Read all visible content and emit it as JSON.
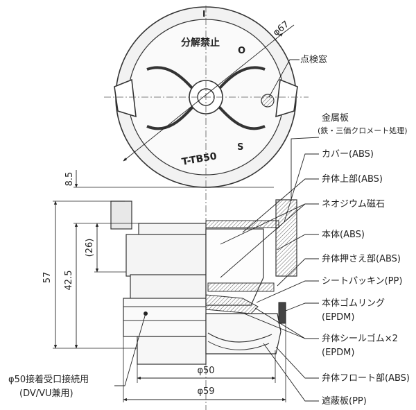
{
  "top_view": {
    "diameter_label": "φ67",
    "inspection_window_label": "点検窓",
    "no_disassembly_text": "分解禁止",
    "mark_open": "O",
    "mark_close": "S",
    "mark_top": "I",
    "model_text": "T-TB50"
  },
  "dimensions": {
    "d_8_5": "8.5",
    "d_57": "57",
    "d_42_5": "42.5",
    "d_26": "(26)",
    "d_phi50": "φ50",
    "d_phi59": "φ59"
  },
  "labels": {
    "metal_plate": "金属板",
    "metal_plate_note": "(鉄・三価クロメート処理)",
    "cover": "カバー(ABS)",
    "valve_upper": "弁体上部(ABS)",
    "magnet": "ネオジウム磁石",
    "body": "本体(ABS)",
    "valve_presser": "弁体押さえ部(ABS)",
    "sheet_packing": "シートパッキン(PP)",
    "body_rubber_ring": "本体ゴムリング",
    "body_rubber_ring_material": "(EPDM)",
    "valve_seal": "弁体シールゴム×2",
    "valve_seal_material": "(EPDM)",
    "valve_float": "弁体フロート部(ABS)",
    "shield_plate": "遮蔽板(PP)",
    "connection_line1": "φ50接着受口接続用",
    "connection_line2": "(DV/VU兼用)"
  }
}
